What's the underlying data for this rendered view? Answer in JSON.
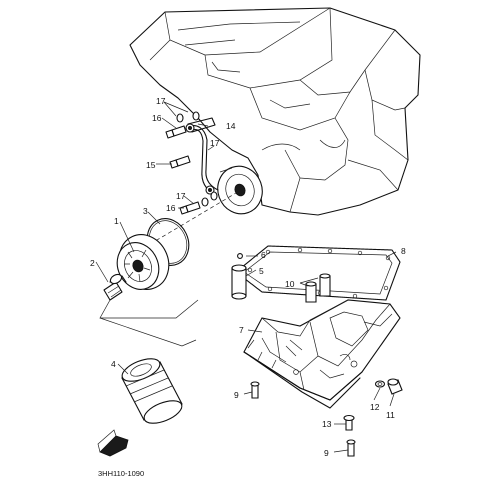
{
  "diagram": {
    "part_numbers": {
      "n1": "1",
      "n2": "2",
      "n3": "3",
      "n4": "4",
      "n5": "5",
      "n6": "6",
      "n7": "7",
      "n8": "8",
      "n9a": "9",
      "n9b": "9",
      "n10": "10",
      "n11": "11",
      "n12": "12",
      "n13": "13",
      "n14": "14",
      "n15": "15",
      "n16a": "16",
      "n16b": "16",
      "n17a": "17",
      "n17b": "17",
      "n17c": "17"
    },
    "figure_code": "3HH110-1090"
  }
}
